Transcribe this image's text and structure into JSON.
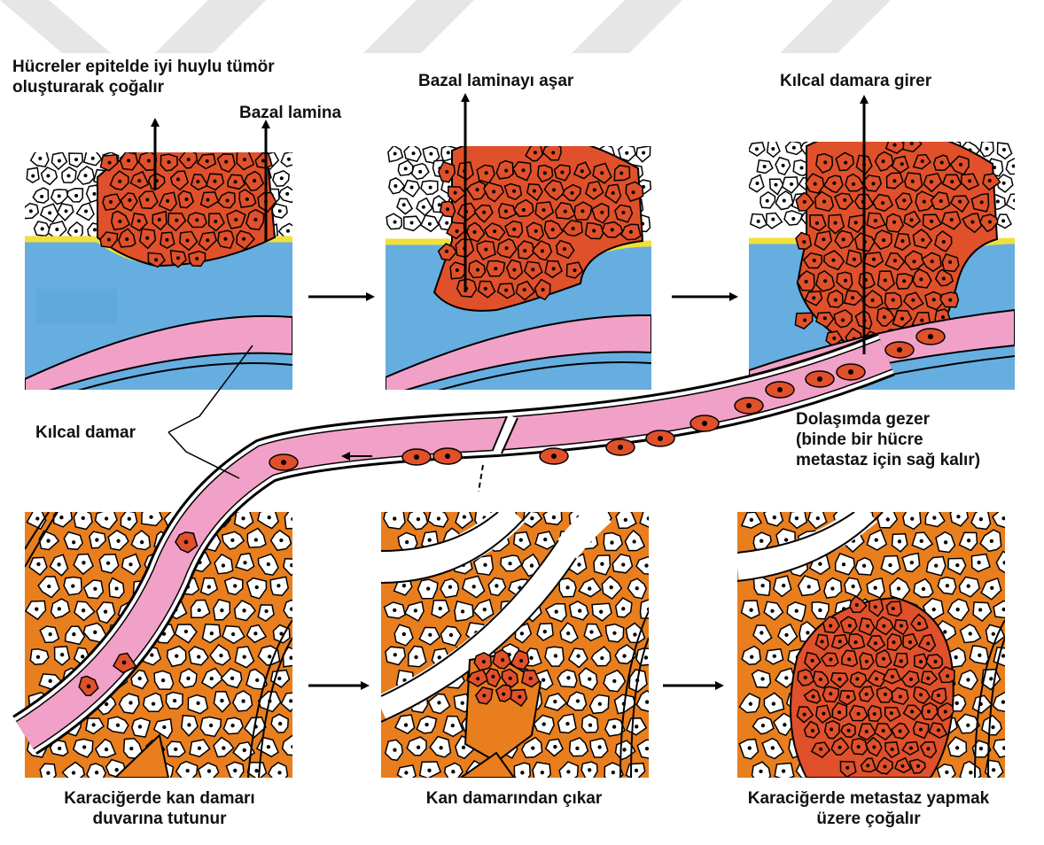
{
  "labels": {
    "step1_line1": "Hücreler epitelde iyi huylu tümör",
    "step1_line2": "oluşturarak çoğalır",
    "basal_lamina": "Bazal lamina",
    "step2": "Bazal laminayı aşar",
    "step3": "Kılcal damara girer",
    "capillary": "Kılcal damar",
    "circ_line1": "Dolaşımda gezer",
    "circ_line2": "(binde bir hücre",
    "circ_line3": "metastaz için sağ kalır)",
    "liver1_line1": "Karaciğerde kan damarı",
    "liver1_line2": "duvarına tutunur",
    "liver2": "Kan damarından çıkar",
    "liver3_line1": "Karaciğerde metastaz yapmak",
    "liver3_line2": "üzere çoğalır"
  },
  "colors": {
    "tumor": "#e0502a",
    "stroma": "#66aee0",
    "vessel": "#f1a1c8",
    "lamina": "#f0e03a",
    "liver_matrix": "#e87e1e",
    "watermark": "#e6e6e6"
  }
}
